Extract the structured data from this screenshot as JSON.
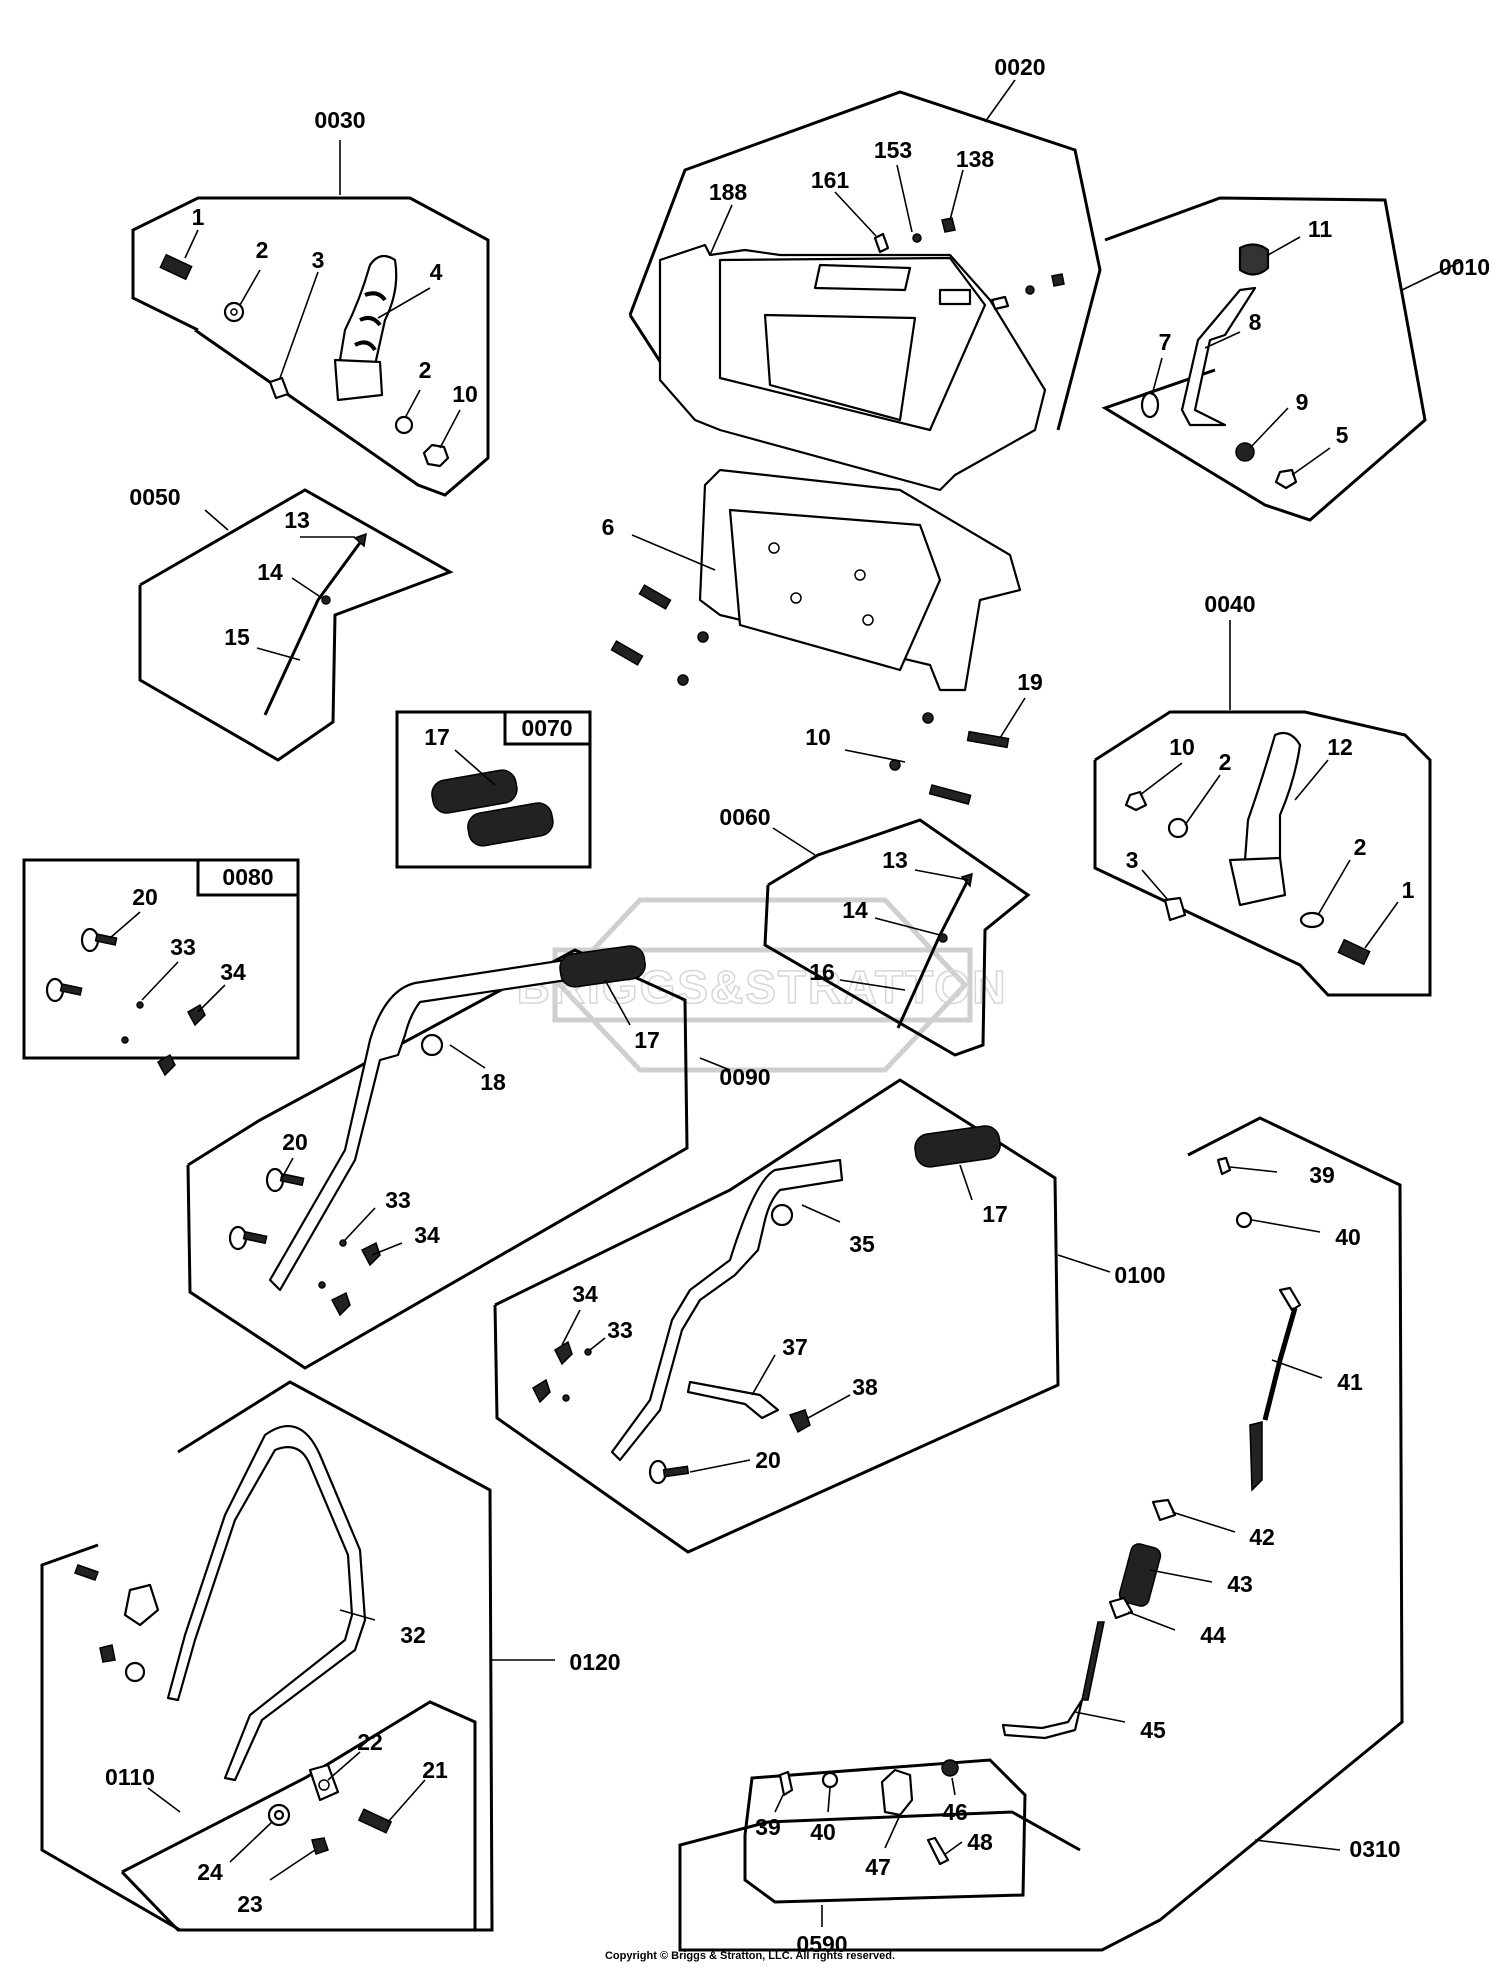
{
  "watermark": {
    "text": "BRIGGS&STRATTON"
  },
  "copyright": "Copyright © Briggs & Stratton, LLC. All rights reserved.",
  "groups": [
    {
      "id": "g0010",
      "label": "0010"
    },
    {
      "id": "g0020",
      "label": "0020"
    },
    {
      "id": "g0030",
      "label": "0030"
    },
    {
      "id": "g0040",
      "label": "0040"
    },
    {
      "id": "g0050",
      "label": "0050"
    },
    {
      "id": "g0060",
      "label": "0060"
    },
    {
      "id": "g0070",
      "label": "0070"
    },
    {
      "id": "g0080",
      "label": "0080"
    },
    {
      "id": "g0090",
      "label": "0090"
    },
    {
      "id": "g0100",
      "label": "0100"
    },
    {
      "id": "g0110",
      "label": "0110"
    },
    {
      "id": "g0120",
      "label": "0120"
    },
    {
      "id": "g0310",
      "label": "0310"
    },
    {
      "id": "g0590",
      "label": "0590"
    }
  ],
  "callouts": [
    {
      "id": "c0030-1",
      "label": "1"
    },
    {
      "id": "c0030-2a",
      "label": "2"
    },
    {
      "id": "c0030-3",
      "label": "3"
    },
    {
      "id": "c0030-4",
      "label": "4"
    },
    {
      "id": "c0030-2b",
      "label": "2"
    },
    {
      "id": "c0030-10",
      "label": "10"
    },
    {
      "id": "c0020-188",
      "label": "188"
    },
    {
      "id": "c0020-161",
      "label": "161"
    },
    {
      "id": "c0020-153",
      "label": "153"
    },
    {
      "id": "c0020-138",
      "label": "138"
    },
    {
      "id": "c0010-11",
      "label": "11"
    },
    {
      "id": "c0010-8",
      "label": "8"
    },
    {
      "id": "c0010-7",
      "label": "7"
    },
    {
      "id": "c0010-9",
      "label": "9"
    },
    {
      "id": "c0010-5",
      "label": "5"
    },
    {
      "id": "c0050-13",
      "label": "13"
    },
    {
      "id": "c0050-14",
      "label": "14"
    },
    {
      "id": "c0050-15",
      "label": "15"
    },
    {
      "id": "c-6",
      "label": "6"
    },
    {
      "id": "c-19",
      "label": "19"
    },
    {
      "id": "c-10",
      "label": "10"
    },
    {
      "id": "c0070-17",
      "label": "17"
    },
    {
      "id": "c0040-10",
      "label": "10"
    },
    {
      "id": "c0040-2a",
      "label": "2"
    },
    {
      "id": "c0040-12",
      "label": "12"
    },
    {
      "id": "c0040-3",
      "label": "3"
    },
    {
      "id": "c0040-2b",
      "label": "2"
    },
    {
      "id": "c0040-1",
      "label": "1"
    },
    {
      "id": "c0060-13",
      "label": "13"
    },
    {
      "id": "c0060-14",
      "label": "14"
    },
    {
      "id": "c0060-16",
      "label": "16"
    },
    {
      "id": "c0080-20",
      "label": "20"
    },
    {
      "id": "c0080-33",
      "label": "33"
    },
    {
      "id": "c0080-34",
      "label": "34"
    },
    {
      "id": "c0090-17",
      "label": "17"
    },
    {
      "id": "c0090-18",
      "label": "18"
    },
    {
      "id": "c0090-20",
      "label": "20"
    },
    {
      "id": "c0090-33",
      "label": "33"
    },
    {
      "id": "c0090-34",
      "label": "34"
    },
    {
      "id": "c0100-17",
      "label": "17"
    },
    {
      "id": "c0100-35",
      "label": "35"
    },
    {
      "id": "c0100-34",
      "label": "34"
    },
    {
      "id": "c0100-33",
      "label": "33"
    },
    {
      "id": "c0100-37",
      "label": "37"
    },
    {
      "id": "c0100-38",
      "label": "38"
    },
    {
      "id": "c0100-20",
      "label": "20"
    },
    {
      "id": "c0310-39",
      "label": "39"
    },
    {
      "id": "c0310-40",
      "label": "40"
    },
    {
      "id": "c0310-41",
      "label": "41"
    },
    {
      "id": "c0310-42",
      "label": "42"
    },
    {
      "id": "c0310-43",
      "label": "43"
    },
    {
      "id": "c0310-44",
      "label": "44"
    },
    {
      "id": "c0310-45",
      "label": "45"
    },
    {
      "id": "c0120-32",
      "label": "32"
    },
    {
      "id": "c0110-22",
      "label": "22"
    },
    {
      "id": "c0110-21",
      "label": "21"
    },
    {
      "id": "c0110-24",
      "label": "24"
    },
    {
      "id": "c0110-23",
      "label": "23"
    },
    {
      "id": "c0590-39",
      "label": "39"
    },
    {
      "id": "c0590-40",
      "label": "40"
    },
    {
      "id": "c0590-46",
      "label": "46"
    },
    {
      "id": "c0590-47",
      "label": "47"
    },
    {
      "id": "c0590-48",
      "label": "48"
    }
  ]
}
